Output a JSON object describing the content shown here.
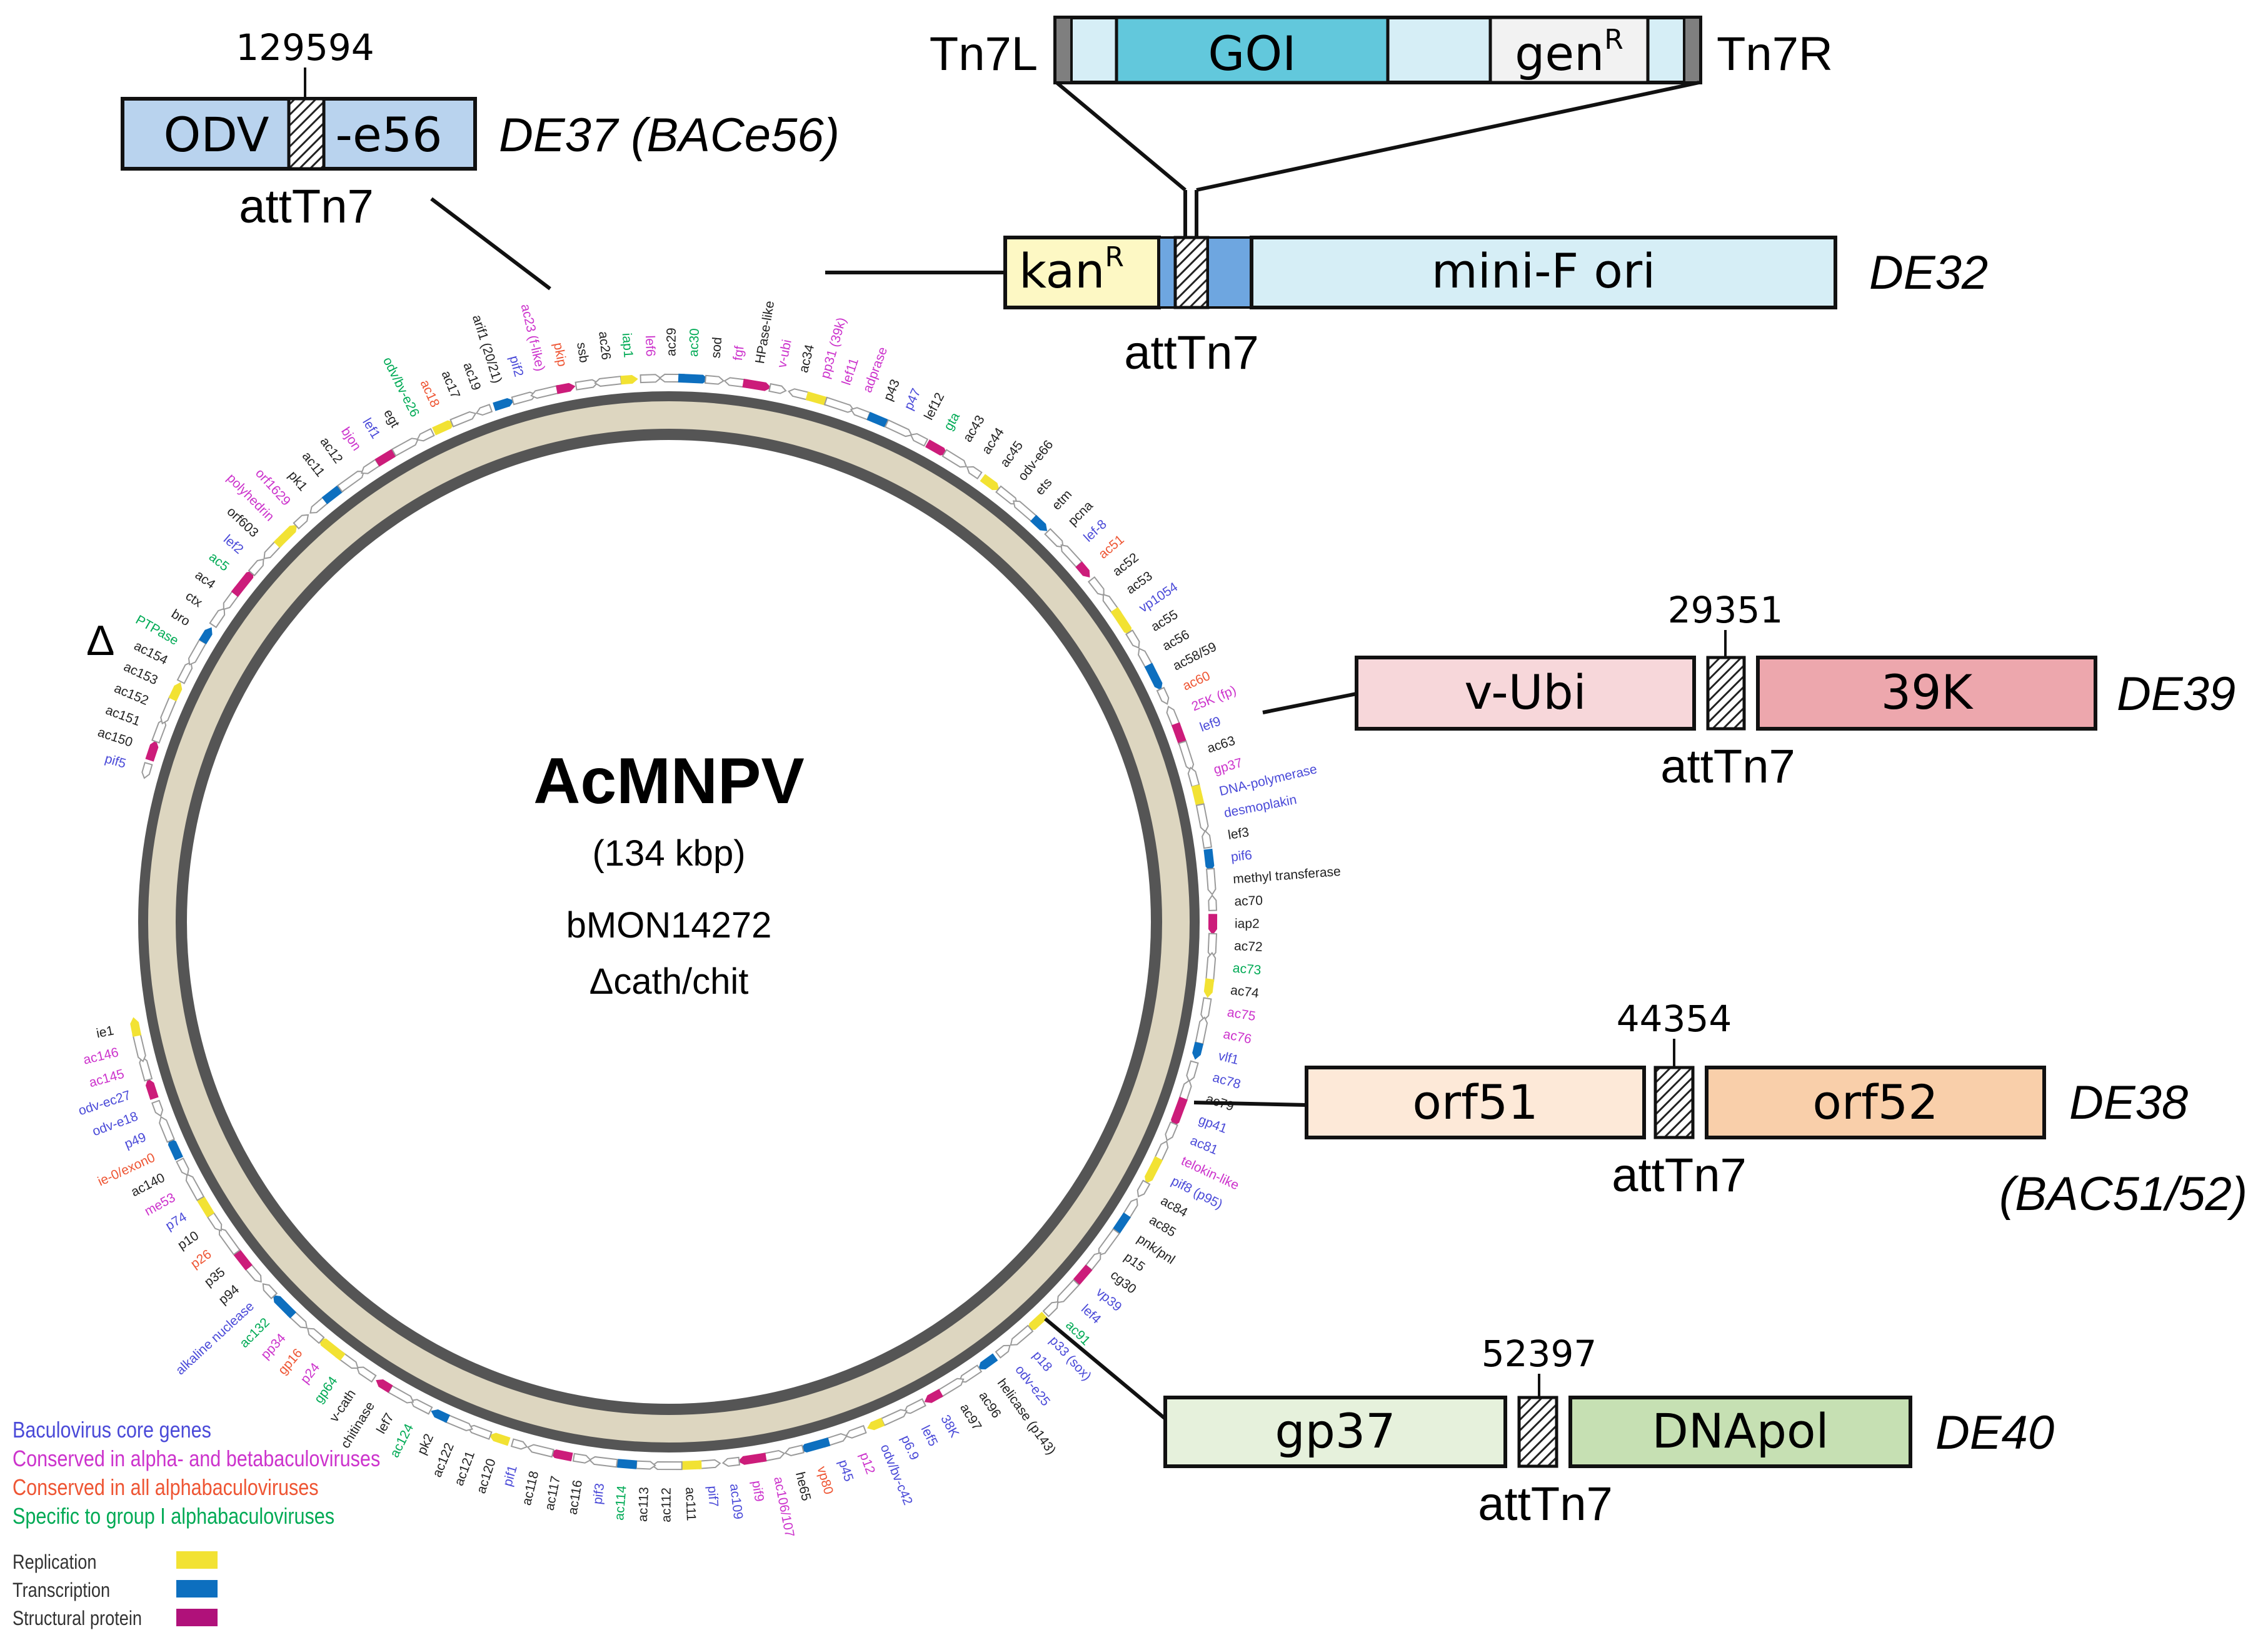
{
  "genome": {
    "name": "AcMNPV",
    "size": "(134 kbp)",
    "strain": "bMON14272",
    "deletion": "Δcath/chit"
  },
  "markers": {
    "delta": "Δ",
    "att": "attTn7"
  },
  "colors": {
    "core": "#4a4ad8",
    "alpha_beta": "#cc33cc",
    "all_alpha": "#ee5533",
    "group1": "#00aa55",
    "replication": "#f2e233",
    "transcription": "#0d6fbf",
    "structural": "#cc1c7a"
  },
  "insertion": {
    "left_label": "Tn7L",
    "right_label": "Tn7R",
    "goi": "GOI",
    "gen": "gen",
    "gen_sup": "R"
  },
  "de32": {
    "kan": "kan",
    "kan_sup": "R",
    "ori": "mini-F ori",
    "site_label": "DE32"
  },
  "de37": {
    "position": "129594",
    "left": "ODV",
    "right": "-e56",
    "site_label": "DE37 (BACe56)"
  },
  "de39": {
    "position": "29351",
    "left": "v-Ubi",
    "right": "39K",
    "site_label": "DE39"
  },
  "de38": {
    "position": "44354",
    "left": "orf51",
    "right": "orf52",
    "site_label": "DE38",
    "site_sublabel": "(BAC51/52)"
  },
  "de40": {
    "position": "52397",
    "left": "gp37",
    "right": "DNApol",
    "site_label": "DE40"
  },
  "legend": {
    "categories": [
      {
        "label": "Baculovirus core genes",
        "color": "#4a4ad8"
      },
      {
        "label": "Conserved in alpha- and betabaculoviruses",
        "color": "#cc33cc"
      },
      {
        "label": "Conserved in all alphabaculoviruses",
        "color": "#ee5533"
      },
      {
        "label": "Specific to group I alphabaculoviruses",
        "color": "#00aa55"
      }
    ],
    "functions": [
      {
        "label": "Replication",
        "color": "#f2e233"
      },
      {
        "label": "Transcription",
        "color": "#0d6fbf"
      },
      {
        "label": "Structural protein",
        "color": "#b0117a"
      }
    ]
  },
  "gene_labels": [
    {
      "text": "pif5",
      "cat": "core"
    },
    {
      "text": "ac150",
      "cat": "other"
    },
    {
      "text": "ac151",
      "cat": "other"
    },
    {
      "text": "ac152",
      "cat": "other"
    },
    {
      "text": "ac153",
      "cat": "other"
    },
    {
      "text": "ac154",
      "cat": "other"
    },
    {
      "text": "PTPase",
      "cat": "group1"
    },
    {
      "text": "bro",
      "cat": "other"
    },
    {
      "text": "ctx",
      "cat": "other"
    },
    {
      "text": "ac4",
      "cat": "other"
    },
    {
      "text": "ac5",
      "cat": "group1"
    },
    {
      "text": "lef2",
      "cat": "core"
    },
    {
      "text": "orf603",
      "cat": "other"
    },
    {
      "text": "polyhedrin",
      "cat": "alpha_beta"
    },
    {
      "text": "orf1629",
      "cat": "alpha_beta"
    },
    {
      "text": "pk1",
      "cat": "other"
    },
    {
      "text": "ac11",
      "cat": "other"
    },
    {
      "text": "ac12",
      "cat": "other"
    },
    {
      "text": "bjon",
      "cat": "alpha_beta"
    },
    {
      "text": "lef1",
      "cat": "core"
    },
    {
      "text": "egt",
      "cat": "other"
    },
    {
      "text": "odv/bv-e26",
      "cat": "group1"
    },
    {
      "text": "ac18",
      "cat": "all_alpha"
    },
    {
      "text": "ac17",
      "cat": "other"
    },
    {
      "text": "ac19",
      "cat": "other"
    },
    {
      "text": "arif1 (20/21)",
      "cat": "other"
    },
    {
      "text": "pif2",
      "cat": "core"
    },
    {
      "text": "ac23 (f-like)",
      "cat": "alpha_beta"
    },
    {
      "text": "pkip",
      "cat": "all_alpha"
    },
    {
      "text": "ssb",
      "cat": "other"
    },
    {
      "text": "ac26",
      "cat": "other"
    },
    {
      "text": "iap1",
      "cat": "group1"
    },
    {
      "text": "lef6",
      "cat": "alpha_beta"
    },
    {
      "text": "ac29",
      "cat": "other"
    },
    {
      "text": "ac30",
      "cat": "group1"
    },
    {
      "text": "sod",
      "cat": "other"
    },
    {
      "text": "fgf",
      "cat": "alpha_beta"
    },
    {
      "text": "HPase-like",
      "cat": "other"
    },
    {
      "text": "v-ubi",
      "cat": "alpha_beta"
    },
    {
      "text": "ac34",
      "cat": "other"
    },
    {
      "text": "pp31 (39k)",
      "cat": "alpha_beta"
    },
    {
      "text": "lef11",
      "cat": "alpha_beta"
    },
    {
      "text": "adprase",
      "cat": "alpha_beta"
    },
    {
      "text": "p43",
      "cat": "other"
    },
    {
      "text": "p47",
      "cat": "core"
    },
    {
      "text": "lef12",
      "cat": "other"
    },
    {
      "text": "gta",
      "cat": "group1"
    },
    {
      "text": "ac43",
      "cat": "other"
    },
    {
      "text": "ac44",
      "cat": "other"
    },
    {
      "text": "ac45",
      "cat": "other"
    },
    {
      "text": "odv-e66",
      "cat": "other"
    },
    {
      "text": "ets",
      "cat": "other"
    },
    {
      "text": "etm",
      "cat": "other"
    },
    {
      "text": "pcna",
      "cat": "other"
    },
    {
      "text": "lef-8",
      "cat": "core"
    },
    {
      "text": "ac51",
      "cat": "all_alpha"
    },
    {
      "text": "ac52",
      "cat": "other"
    },
    {
      "text": "ac53",
      "cat": "other"
    },
    {
      "text": "vp1054",
      "cat": "core"
    },
    {
      "text": "ac55",
      "cat": "other"
    },
    {
      "text": "ac56",
      "cat": "other"
    },
    {
      "text": "ac58/59",
      "cat": "other"
    },
    {
      "text": "ac60",
      "cat": "all_alpha"
    },
    {
      "text": "25K (fp)",
      "cat": "alpha_beta"
    },
    {
      "text": "lef9",
      "cat": "core"
    },
    {
      "text": "ac63",
      "cat": "other"
    },
    {
      "text": "gp37",
      "cat": "alpha_beta"
    },
    {
      "text": "DNA-polymerase",
      "cat": "core"
    },
    {
      "text": "desmoplakin",
      "cat": "core"
    },
    {
      "text": "lef3",
      "cat": "other"
    },
    {
      "text": "pif6",
      "cat": "core"
    },
    {
      "text": "methyl transferase",
      "cat": "other"
    },
    {
      "text": "ac70",
      "cat": "other"
    },
    {
      "text": "iap2",
      "cat": "other"
    },
    {
      "text": "ac72",
      "cat": "other"
    },
    {
      "text": "ac73",
      "cat": "group1"
    },
    {
      "text": "ac74",
      "cat": "other"
    },
    {
      "text": "ac75",
      "cat": "alpha_beta"
    },
    {
      "text": "ac76",
      "cat": "alpha_beta"
    },
    {
      "text": "vlf1",
      "cat": "core"
    },
    {
      "text": "ac78",
      "cat": "core"
    },
    {
      "text": "ac79",
      "cat": "other"
    },
    {
      "text": "gp41",
      "cat": "core"
    },
    {
      "text": "ac81",
      "cat": "core"
    },
    {
      "text": "telokin-like",
      "cat": "alpha_beta"
    },
    {
      "text": "pif8 (p95)",
      "cat": "core"
    },
    {
      "text": "ac84",
      "cat": "other"
    },
    {
      "text": "ac85",
      "cat": "other"
    },
    {
      "text": "pnk/pnl",
      "cat": "other"
    },
    {
      "text": "p15",
      "cat": "other"
    },
    {
      "text": "cg30",
      "cat": "other"
    },
    {
      "text": "vp39",
      "cat": "core"
    },
    {
      "text": "lef4",
      "cat": "core"
    },
    {
      "text": "ac91",
      "cat": "group1"
    },
    {
      "text": "p33 (sox)",
      "cat": "core"
    },
    {
      "text": "p18",
      "cat": "core"
    },
    {
      "text": "odv-e25",
      "cat": "core"
    },
    {
      "text": "helicase (p143)",
      "cat": "other"
    },
    {
      "text": "ac96",
      "cat": "other"
    },
    {
      "text": "ac97",
      "cat": "other"
    },
    {
      "text": "38K",
      "cat": "core"
    },
    {
      "text": "lef5",
      "cat": "core"
    },
    {
      "text": "p6.9",
      "cat": "core"
    },
    {
      "text": "odv/bv-c42",
      "cat": "core"
    },
    {
      "text": "p12",
      "cat": "alpha_beta"
    },
    {
      "text": "p45",
      "cat": "core"
    },
    {
      "text": "vp80",
      "cat": "all_alpha"
    },
    {
      "text": "he65",
      "cat": "other"
    },
    {
      "text": "ac106/107",
      "cat": "alpha_beta"
    },
    {
      "text": "pif9",
      "cat": "alpha_beta"
    },
    {
      "text": "ac109",
      "cat": "core"
    },
    {
      "text": "pif7",
      "cat": "core"
    },
    {
      "text": "ac111",
      "cat": "other"
    },
    {
      "text": "ac112",
      "cat": "other"
    },
    {
      "text": "ac113",
      "cat": "other"
    },
    {
      "text": "ac114",
      "cat": "group1"
    },
    {
      "text": "pif3",
      "cat": "core"
    },
    {
      "text": "ac116",
      "cat": "other"
    },
    {
      "text": "ac117",
      "cat": "other"
    },
    {
      "text": "ac118",
      "cat": "other"
    },
    {
      "text": "pif1",
      "cat": "core"
    },
    {
      "text": "ac120",
      "cat": "other"
    },
    {
      "text": "ac121",
      "cat": "other"
    },
    {
      "text": "ac122",
      "cat": "other"
    },
    {
      "text": "pk2",
      "cat": "other"
    },
    {
      "text": "ac124",
      "cat": "group1"
    },
    {
      "text": "lef7",
      "cat": "other"
    },
    {
      "text": "chitinase",
      "cat": "other"
    },
    {
      "text": "v-cath",
      "cat": "other"
    },
    {
      "text": "gp64",
      "cat": "group1"
    },
    {
      "text": "p24",
      "cat": "alpha_beta"
    },
    {
      "text": "gp16",
      "cat": "all_alpha"
    },
    {
      "text": "pp34",
      "cat": "alpha_beta"
    },
    {
      "text": "ac132",
      "cat": "group1"
    },
    {
      "text": "alkaline nuclease",
      "cat": "core"
    },
    {
      "text": "p94",
      "cat": "other"
    },
    {
      "text": "p35",
      "cat": "other"
    },
    {
      "text": "p26",
      "cat": "all_alpha"
    },
    {
      "text": "p10",
      "cat": "other"
    },
    {
      "text": "p74",
      "cat": "core"
    },
    {
      "text": "me53",
      "cat": "alpha_beta"
    },
    {
      "text": "ac140",
      "cat": "other"
    },
    {
      "text": "ie-0/exon0",
      "cat": "all_alpha"
    },
    {
      "text": "p49",
      "cat": "core"
    },
    {
      "text": "odv-e18",
      "cat": "core"
    },
    {
      "text": "odv-ec27",
      "cat": "core"
    },
    {
      "text": "ac145",
      "cat": "alpha_beta"
    },
    {
      "text": "ac146",
      "cat": "alpha_beta"
    },
    {
      "text": "ie1",
      "cat": "other"
    }
  ]
}
